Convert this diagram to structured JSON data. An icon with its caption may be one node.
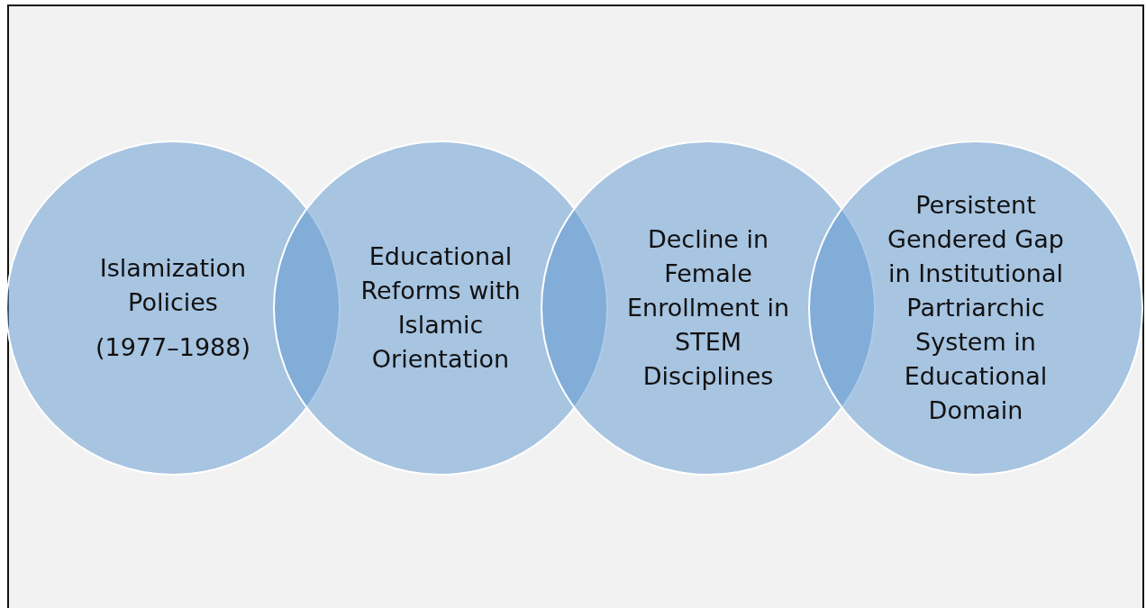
{
  "diagram": {
    "nodes": [
      {
        "text": [
          "Islamization Policies",
          "(1977–1988)"
        ]
      },
      {
        "text": [
          "Educational Reforms with Islamic Orientation"
        ]
      },
      {
        "text": [
          "Decline in Female Enrollment in STEM Disciplines"
        ]
      },
      {
        "text": [
          "Persistent Gendered Gap in Institutional Partriarchic System in Educational Domain"
        ]
      }
    ],
    "edges": []
  }
}
